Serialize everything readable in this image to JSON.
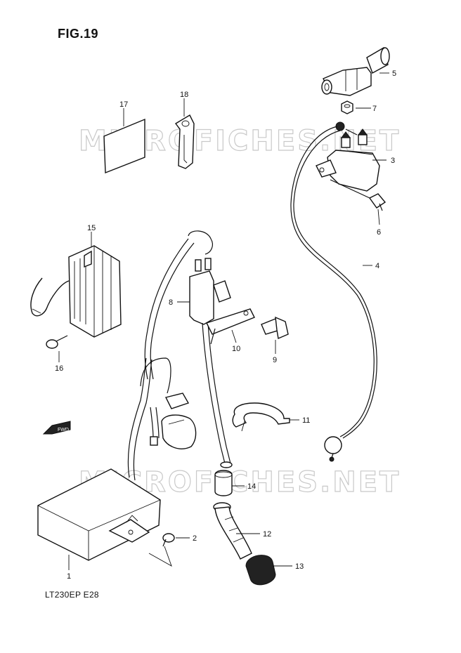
{
  "figure_title": "FIG.19",
  "model_code": "LT230EP  E28",
  "watermark_text": "MICROFICHES.NET",
  "forward_arrow_text": "FWD",
  "callouts": [
    "1",
    "2",
    "3",
    "4",
    "5",
    "6",
    "7",
    "8",
    "9",
    "10",
    "11",
    "12",
    "13",
    "14",
    "15",
    "16",
    "17",
    "18"
  ]
}
